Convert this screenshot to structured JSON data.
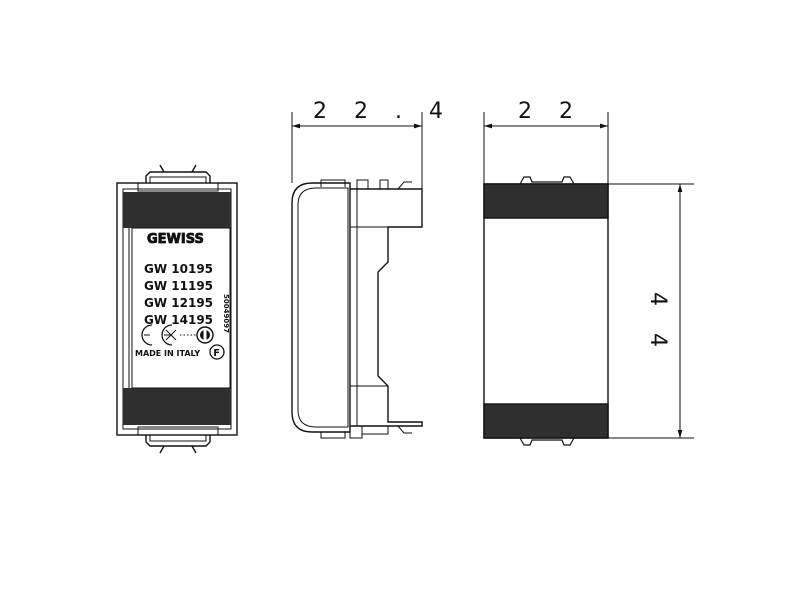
{
  "dimensions": {
    "side_width": "2 2 . 4",
    "rear_width": "2 2",
    "height": "4 4"
  },
  "front_label": {
    "brand": "GEWISS",
    "codes": [
      "GW  10195",
      "GW  11195",
      "GW  12195",
      "GW  14195"
    ],
    "serial": "50049097",
    "origin": "MADE IN ITALY",
    "badge": "F"
  },
  "colors": {
    "line": "#111111",
    "band": "#2f2f2f",
    "paper": "#ffffff"
  }
}
